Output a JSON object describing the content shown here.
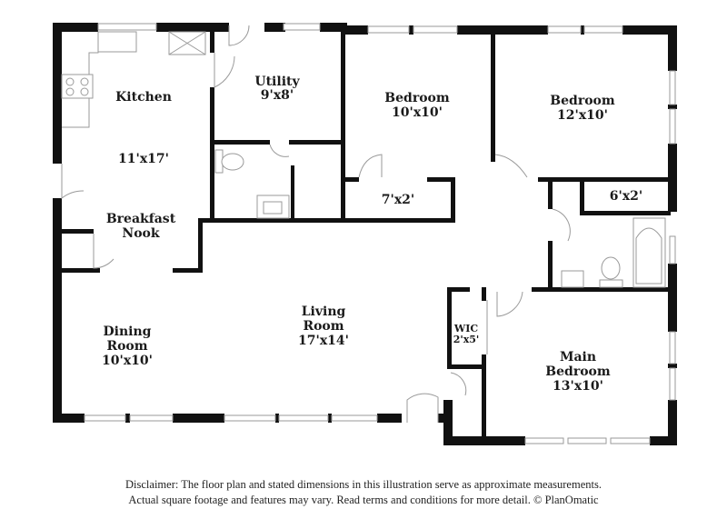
{
  "rooms": {
    "kitchen": {
      "name": "Kitchen",
      "dims": "11'x17'"
    },
    "utility": {
      "name": "Utility",
      "dims": "9'x8'"
    },
    "bedroom1": {
      "name": "Bedroom",
      "dims": "10'x10'"
    },
    "bedroom2": {
      "name": "Bedroom",
      "dims": "12'x10'"
    },
    "closet1": {
      "dims": "7'x2'"
    },
    "closet2": {
      "dims": "6'x2'"
    },
    "breakfast": {
      "name1": "Breakfast",
      "name2": "Nook"
    },
    "dining": {
      "name1": "Dining",
      "name2": "Room",
      "dims": "10'x10'"
    },
    "living": {
      "name1": "Living",
      "name2": "Room",
      "dims": "17'x14'"
    },
    "wic": {
      "name": "WIC",
      "dims": "2'x5'"
    },
    "main_bedroom": {
      "name1": "Main",
      "name2": "Bedroom",
      "dims": "13'x10'"
    }
  },
  "disclaimer": {
    "line1": "Disclaimer: The floor plan and stated dimensions in this illustration serve as approximate measurements.",
    "line2": "Actual square footage and features may vary. Read terms and conditions for more detail. © PlanOmatic"
  },
  "colors": {
    "wall": "#111111",
    "fixture": "#9a9a9a",
    "background": "#ffffff"
  }
}
